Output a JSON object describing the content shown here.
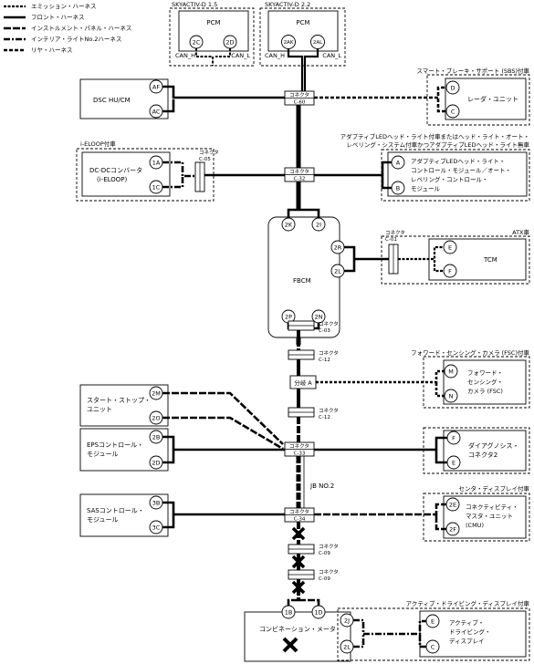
{
  "legend": [
    {
      "label": "エミッション・ハーネス",
      "style": "emission"
    },
    {
      "label": "フロント・ハーネス",
      "style": "front"
    },
    {
      "label": "インストルメント・パネル・ハーネス",
      "style": "instrument"
    },
    {
      "label": "インテリア・ライトNo.2ハーネス",
      "style": "interior"
    },
    {
      "label": "リヤ・ハーネス",
      "style": "rear"
    }
  ],
  "pcm15": {
    "group": "SKYACTIV-D 1.5",
    "name": "PCM",
    "pin_left": "2C",
    "pin_right": "2D",
    "can_h": "CAN_H",
    "can_l": "CAN_L"
  },
  "pcm22": {
    "group": "SKYACTIV-D 2.2",
    "name": "PCM",
    "pin_left": "2AK",
    "pin_right": "2AL",
    "can_h": "CAN_H",
    "can_l": "CAN_L"
  },
  "dsc": {
    "name": "DSC HU/CM",
    "pin1": "AF",
    "pin2": "AC"
  },
  "radar": {
    "group": "スマート・ブレーキ・サポート (SBS)付車",
    "name": "レーダ・ユニット",
    "pin1": "D",
    "pin2": "C"
  },
  "alh": {
    "group_line1": "アダプティブLEDヘッド・ライト付車またはヘッド・ライト・オート・",
    "group_line2": "レベリング・システム付車かつアダプティブLEDヘッド・ライト無車",
    "name_lines": [
      "アダプティブLEDヘッド・ライト・",
      "コントロール・モジュール／オート・",
      "レベリング・コントロール・",
      "モジュール"
    ],
    "pin1": "A",
    "pin2": "B"
  },
  "dcdc": {
    "group": "i-ELOOP付車",
    "name_line1": "DC-DCコンバータ",
    "name_line2": "(i-ELOOP)",
    "pin1": "1A",
    "pin2": "1C",
    "connector_label": "コネクタ",
    "connector_id": "C-05"
  },
  "fbcm": {
    "name": "FBCM",
    "pin_top_left": "2K",
    "pin_top_right": "2I",
    "pin_right_top": "2R",
    "pin_right_bottom": "2L",
    "pin_bottom_left": "2P",
    "pin_bottom_right": "2N"
  },
  "tcm": {
    "group": "ATX車",
    "name": "TCM",
    "pin1": "E",
    "pin2": "F",
    "connector_label": "コネクタ",
    "connector_id": "C-01"
  },
  "fsc": {
    "group": "フォワード・センシング・カメラ (FSC)付車",
    "name_lines": [
      "フォワード・",
      "センシング・",
      "カメラ (FSC)"
    ],
    "pin1": "M",
    "pin2": "N"
  },
  "branch": {
    "label": "分岐 A"
  },
  "start_stop": {
    "name_line1": "スタート・ストップ・",
    "name_line2": "ユニット",
    "pin1": "2M",
    "pin2": "2O"
  },
  "eps": {
    "name_line1": "EPSコントロール・",
    "name_line2": "モジュール",
    "pin1": "2B",
    "pin2": "2D"
  },
  "diag": {
    "name_line1": "ダイアグノシス・",
    "name_line2": "コネクタ2",
    "pin1": "F",
    "pin2": "E"
  },
  "sas": {
    "name_line1": "SASコントロール・",
    "name_line2": "モジュール",
    "pin1": "3B",
    "pin2": "3C"
  },
  "cmu": {
    "group": "センタ・ディスプレイ付車",
    "name_lines": [
      "コネクティビティ・",
      "マスタ・ユニット",
      "(CMU)"
    ],
    "pin1": "2E",
    "pin2": "2F"
  },
  "jb": {
    "label": "JB NO.2"
  },
  "combi": {
    "name": "コンビネーション・メータ",
    "pin1": "1B",
    "pin2": "1D",
    "pin_right_top": "2J",
    "pin_right_bottom": "2L"
  },
  "add": {
    "group": "アクティブ・ドライビング・ディスプレイ付車",
    "name_lines": [
      "アクティブ・",
      "ドライビング・",
      "ディスプレイ"
    ],
    "pin1": "E",
    "pin2": "C"
  },
  "connectors": {
    "c60": {
      "label": "コネクタ",
      "id": "C-60"
    },
    "c32": {
      "label": "コネクタ",
      "id": "C-32"
    },
    "c03": {
      "label": "コネクタ",
      "id": "C-03"
    },
    "c12a": {
      "label": "コネクタ",
      "id": "C-12"
    },
    "c12b": {
      "label": "コネクタ",
      "id": "C-12"
    },
    "c33": {
      "label": "コネクタ",
      "id": "C-33"
    },
    "c34": {
      "label": "コネクタ",
      "id": "C-34"
    },
    "c09a": {
      "label": "コネクタ",
      "id": "C-09"
    },
    "c09b": {
      "label": "コネクタ",
      "id": "C-09"
    }
  }
}
